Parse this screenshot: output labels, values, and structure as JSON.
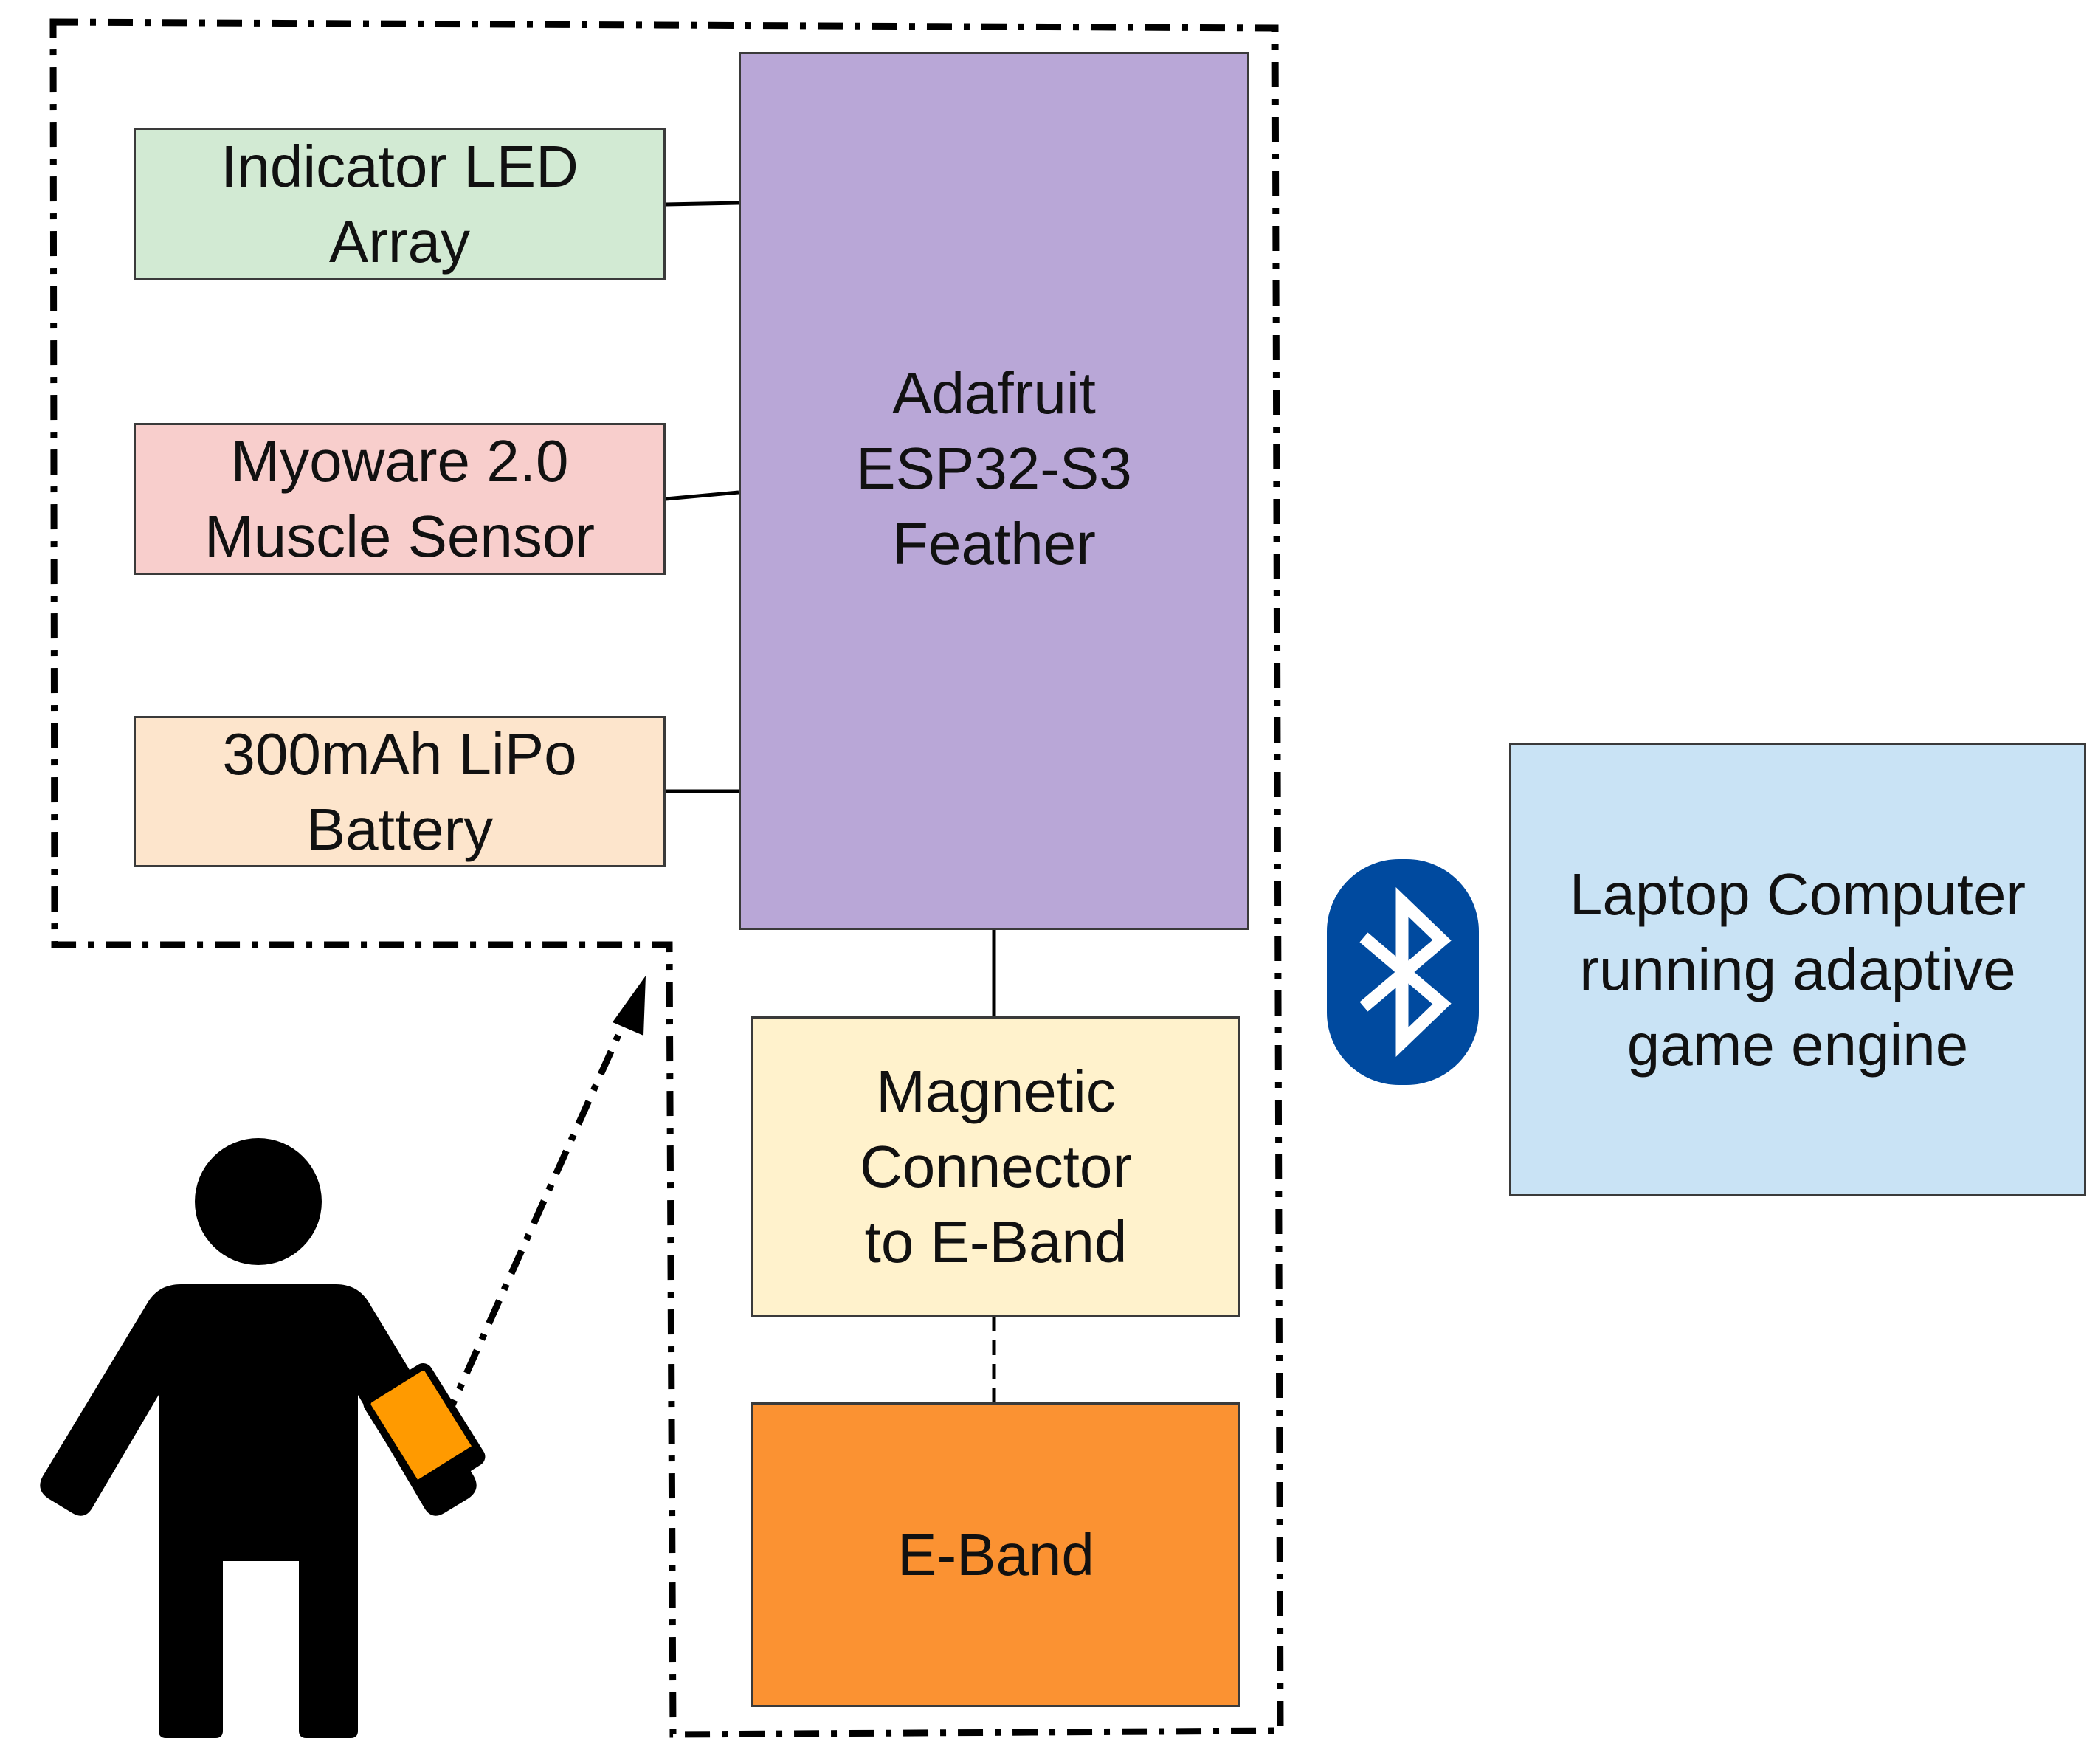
{
  "blocks": {
    "led": {
      "label": "Indicator LED\nArray",
      "color": "#d2ead3"
    },
    "myoware": {
      "label": "Myoware 2.0\nMuscle Sensor",
      "color": "#f8cecc"
    },
    "battery": {
      "label": "300mAh LiPo\nBattery",
      "color": "#fde5cc"
    },
    "esp32": {
      "label": "Adafruit\nESP32-S3\nFeather",
      "color": "#b9a7d7"
    },
    "magnetic": {
      "label": "Magnetic\nConnector\nto E-Band",
      "color": "#fff2cc"
    },
    "eband": {
      "label": "E-Band",
      "color": "#fb9232"
    },
    "laptop": {
      "label": "Laptop Computer\nrunning adaptive\ngame engine",
      "color": "#c9e3f5"
    }
  },
  "icons": {
    "wireless": "bluetooth-icon",
    "user": "person-wearing-armband-icon"
  },
  "colors": {
    "bluetooth_bg": "#004a9f",
    "armband": "#ff9a00",
    "figure": "#000000",
    "lines": "#000000"
  }
}
